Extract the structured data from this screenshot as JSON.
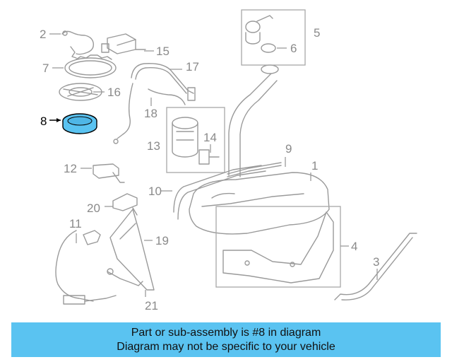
{
  "diagram": {
    "highlight_color": "#5ac3f1",
    "highlighted_part": "8",
    "callouts": [
      {
        "id": "c1",
        "text": "1"
      },
      {
        "id": "c2",
        "text": "2"
      },
      {
        "id": "c3",
        "text": "3"
      },
      {
        "id": "c4",
        "text": "4"
      },
      {
        "id": "c5",
        "text": "5"
      },
      {
        "id": "c6",
        "text": "6"
      },
      {
        "id": "c7",
        "text": "7"
      },
      {
        "id": "c8",
        "text": "8"
      },
      {
        "id": "c9",
        "text": "9"
      },
      {
        "id": "c10",
        "text": "10"
      },
      {
        "id": "c11",
        "text": "11"
      },
      {
        "id": "c12",
        "text": "12"
      },
      {
        "id": "c13",
        "text": "13"
      },
      {
        "id": "c14",
        "text": "14"
      },
      {
        "id": "c15",
        "text": "15"
      },
      {
        "id": "c16",
        "text": "16"
      },
      {
        "id": "c17",
        "text": "17"
      },
      {
        "id": "c18",
        "text": "18"
      },
      {
        "id": "c19",
        "text": "19"
      },
      {
        "id": "c20",
        "text": "20"
      },
      {
        "id": "c21",
        "text": "21"
      }
    ]
  },
  "banner": {
    "line1": "Part or sub-assembly is #8 in diagram",
    "line2": "Diagram may not be specific to your vehicle",
    "background": "#5ac3f1"
  }
}
